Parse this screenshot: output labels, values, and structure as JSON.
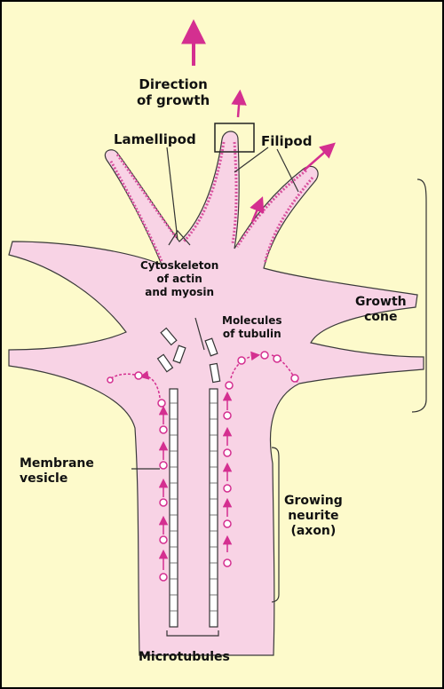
{
  "labels": {
    "direction_of_growth": [
      "Direction",
      "of growth"
    ],
    "lamellipod": "Lamellipod",
    "filipod": "Filipod",
    "cytoskeleton": [
      "Cytoskeleton",
      "of actin",
      "and myosin"
    ],
    "tubulin": [
      "Molecules",
      "of tubulin"
    ],
    "growth_cone": [
      "Growth",
      "cone"
    ],
    "membrane_vesicle": [
      "Membrane",
      "vesicle"
    ],
    "growing_neurite": [
      "Growing",
      "neurite",
      "(axon)"
    ],
    "microtubules": "Microtubules"
  },
  "colors": {
    "background": "#fdfacb",
    "cell_fill": "#f8d3e5",
    "membrane_accent": "#d9539e",
    "arrow": "#d42f90",
    "outline": "#3a3a3a"
  }
}
